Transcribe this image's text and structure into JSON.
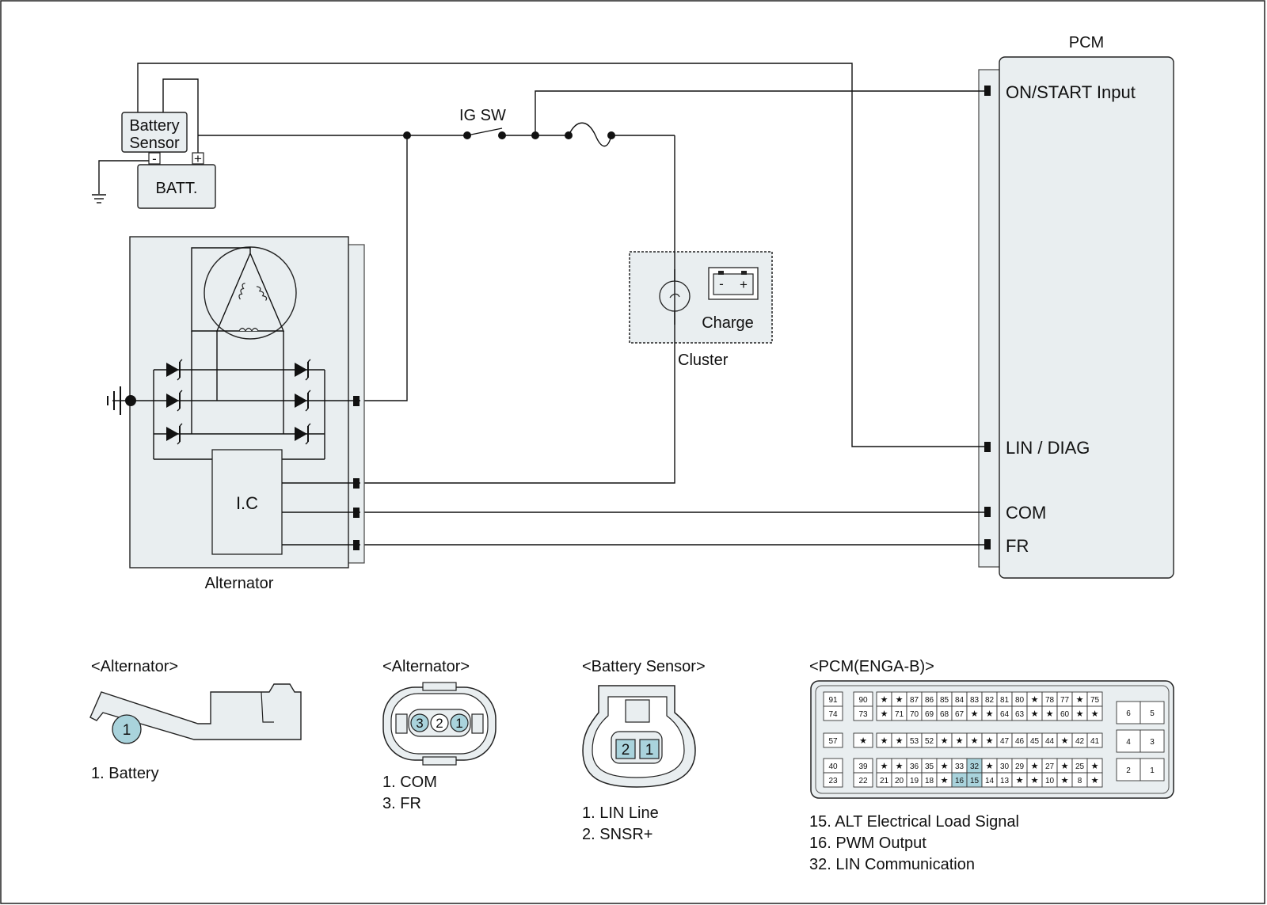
{
  "components": {
    "pcm": {
      "title": "PCM",
      "pins": {
        "on_start": "ON/START Input",
        "lin_diag": "LIN / DIAG",
        "com": "COM",
        "fr": "FR"
      }
    },
    "battery_sensor": {
      "line1": "Battery",
      "line2": "Sensor",
      "minus": "-",
      "plus": "+"
    },
    "battery": {
      "label": "BATT."
    },
    "ig_switch": {
      "label": "IG SW"
    },
    "cluster": {
      "label": "Cluster",
      "lamp_label": "Charge",
      "lamp_minus": "-",
      "lamp_plus": "+"
    },
    "alternator": {
      "label": "Alternator",
      "ic_label": "I.C"
    }
  },
  "connectors": {
    "alt_battery": {
      "title": "<Alternator>",
      "pin": "1",
      "legend": [
        "1. Battery"
      ]
    },
    "alt_main": {
      "title": "<Alternator>",
      "pins": [
        "3",
        "2",
        "1"
      ],
      "legend": [
        "1. COM",
        "3. FR"
      ]
    },
    "battery_sensor": {
      "title": "<Battery Sensor>",
      "pins": [
        "2",
        "1"
      ],
      "legend": [
        "1. LIN Line",
        "2. SNSR+"
      ]
    },
    "pcm": {
      "title": "<PCM(ENGA-B)>",
      "highlight_color": "#a9d3dc",
      "highlighted_pins": [
        "15",
        "16",
        "32"
      ],
      "rows": [
        [
          "91",
          "90",
          "★",
          "★",
          "87",
          "86",
          "85",
          "84",
          "83",
          "82",
          "81",
          "80",
          "★",
          "78",
          "77",
          "★",
          "75"
        ],
        [
          "74",
          "73",
          "★",
          "71",
          "70",
          "69",
          "68",
          "67",
          "★",
          "★",
          "64",
          "63",
          "★",
          "★",
          "60",
          "★",
          "★"
        ],
        [
          "57",
          "★",
          "★",
          "★",
          "53",
          "52",
          "★",
          "★",
          "★",
          "★",
          "47",
          "46",
          "45",
          "44",
          "★",
          "42",
          "41"
        ],
        [
          "40",
          "39",
          "★",
          "★",
          "36",
          "35",
          "★",
          "33",
          "32",
          "★",
          "30",
          "29",
          "★",
          "27",
          "★",
          "25",
          "★"
        ],
        [
          "23",
          "22",
          "21",
          "20",
          "19",
          "18",
          "★",
          "16",
          "15",
          "14",
          "13",
          "★",
          "★",
          "10",
          "★",
          "8",
          "★"
        ]
      ],
      "right_pins": [
        [
          "6",
          "5"
        ],
        [
          "4",
          "3"
        ],
        [
          "2",
          "1"
        ]
      ],
      "legend": [
        "15. ALT Electrical Load Signal",
        "16. PWM Output",
        "32. LIN Communication"
      ]
    }
  }
}
